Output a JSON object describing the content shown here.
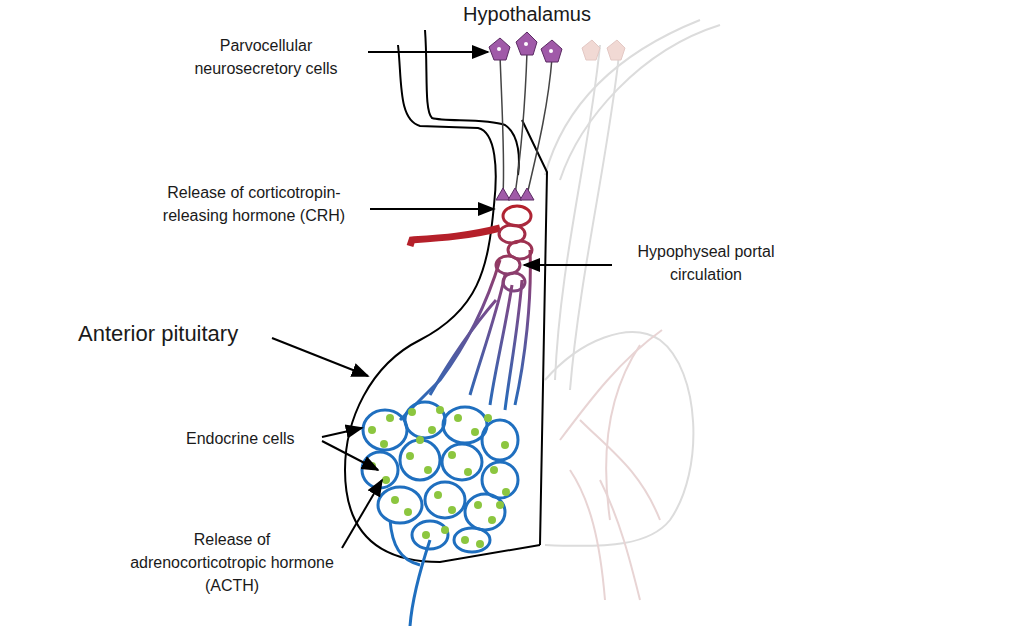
{
  "diagram": {
    "labels": [
      "Hypothalamus",
      "Parvocellular neurosecretory cells",
      "Release of corticotropin-releasing hormone (CRH)",
      "Hypophyseal portal circulation",
      "Anterior pituitary",
      "Endocrine cells",
      "Release of adrenocorticotropic hormone (ACTH)"
    ]
  }
}
